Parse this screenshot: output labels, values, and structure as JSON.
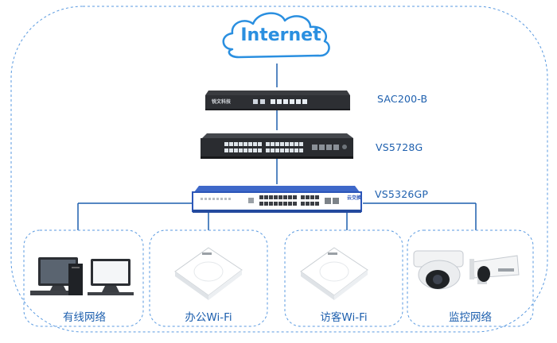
{
  "internet": {
    "label": "Internet"
  },
  "devices": {
    "controller": {
      "label": "SAC200-B",
      "badge": "锐文科技"
    },
    "core_switch": {
      "label": "VS5728G"
    },
    "access_switch": {
      "label": "VS5326GP",
      "badge": "云交换"
    }
  },
  "zones": [
    {
      "label": "有线网络",
      "icon": "desktop-computers-icon"
    },
    {
      "label": "办公Wi-Fi",
      "icon": "ceiling-access-point-icon"
    },
    {
      "label": "访客Wi-Fi",
      "icon": "ceiling-access-point-icon"
    },
    {
      "label": "监控网络",
      "icon": "security-cameras-icon"
    }
  ],
  "colors": {
    "line": "#1d5fae",
    "dash": "#4a8fd6",
    "cloud": "#2a8fe0",
    "device_dark": "#2d2f33",
    "switch_blue": "#2c56b8"
  }
}
